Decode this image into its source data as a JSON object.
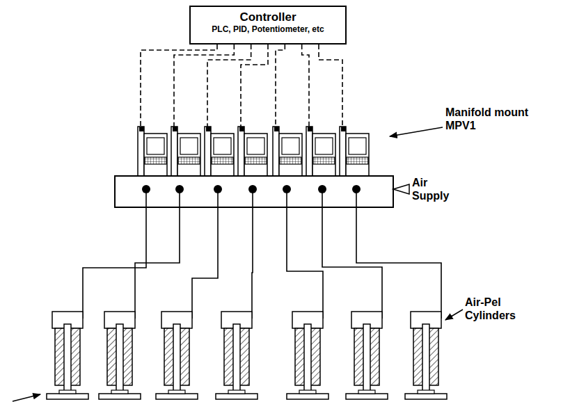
{
  "diagram": {
    "nodes": [
      {
        "text": [
          "Controller",
          "PLC, PID, Potentiometer, etc"
        ]
      }
    ],
    "labels": [
      "Manifold mount MPV1",
      "Air Supply",
      "Air-Pel Cylinders"
    ]
  }
}
